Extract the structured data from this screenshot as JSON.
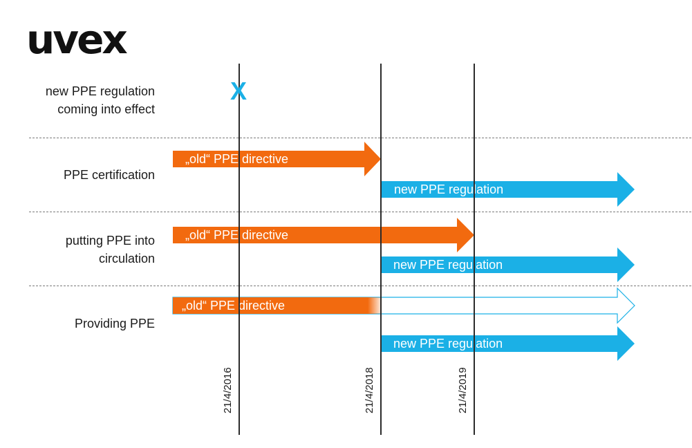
{
  "logo": "uvex",
  "rows": [
    {
      "label_line1": "new PPE regulation",
      "label_line2": "coming into effect"
    },
    {
      "label_line1": "PPE certification"
    },
    {
      "label_line1": "putting PPE into",
      "label_line2": "circulation"
    },
    {
      "label_line1": "Providing PPE"
    }
  ],
  "marker": {
    "text": "X",
    "color": "#1bb0e6"
  },
  "dates": [
    "21/4/2016",
    "21/4/2018",
    "21/4/2019"
  ],
  "arrows": {
    "old_label": "„old“ PPE directive",
    "new_label": "new PPE regulation"
  },
  "colors": {
    "old": "#f26a0f",
    "new": "#1bb0e6",
    "outline": "#1bb0e6"
  }
}
